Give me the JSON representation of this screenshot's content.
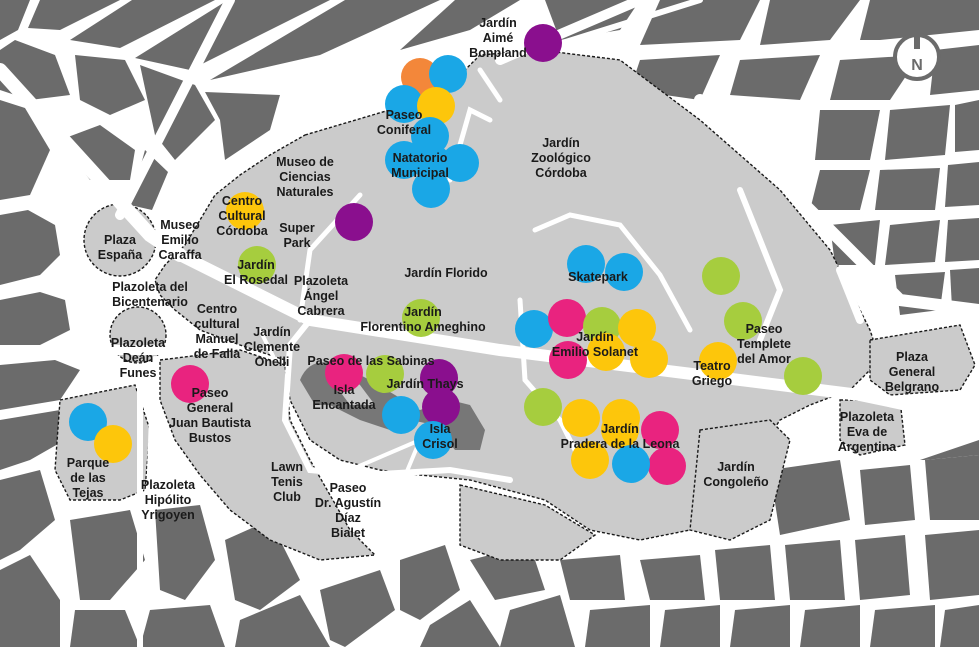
{
  "colors": {
    "block": "#6b6b6b",
    "park": "#cbcbcb",
    "street": "#ffffff",
    "boundary": "#1a1a1a",
    "lake": "#777777",
    "orange": "#f3873a",
    "blue": "#1aa7e6",
    "yellow": "#fdc60b",
    "green": "#a6cd3e",
    "magenta": "#e9237f",
    "purple": "#8a0f8e"
  },
  "compass": {
    "icon": "north-arrow-icon",
    "letter": "N"
  },
  "labels": [
    {
      "id": "jardin-aime-bonpland",
      "lines": [
        "Jardín",
        "Aimé",
        "Bonpland"
      ]
    },
    {
      "id": "paseo-coniferal",
      "lines": [
        "Paseo",
        "Coniferal"
      ]
    },
    {
      "id": "jardin-zoologico",
      "lines": [
        "Jardín",
        "Zoológico",
        "Córdoba"
      ]
    },
    {
      "id": "natatorio-municipal",
      "lines": [
        "Natatorio",
        "Municipal"
      ]
    },
    {
      "id": "museo-ciencias-naturales",
      "lines": [
        "Museo de",
        "Ciencias",
        "Naturales"
      ]
    },
    {
      "id": "centro-cultural-cordoba",
      "lines": [
        "Centro",
        "Cultural",
        "Córdoba"
      ]
    },
    {
      "id": "museo-emilio-caraffa",
      "lines": [
        "Museo",
        "Emilio",
        "Caraffa"
      ]
    },
    {
      "id": "super-park",
      "lines": [
        "Super",
        "Park"
      ]
    },
    {
      "id": "plaza-espana",
      "lines": [
        "Plaza",
        "España"
      ]
    },
    {
      "id": "jardin-el-rosedal",
      "lines": [
        "Jardín",
        "El Rosedal"
      ]
    },
    {
      "id": "plazoleta-angel-cabrera",
      "lines": [
        "Plazoleta",
        "Ángel",
        "Cabrera"
      ]
    },
    {
      "id": "jardin-florido",
      "lines": [
        "Jardín Florido"
      ]
    },
    {
      "id": "skatepark",
      "lines": [
        "Skatepark"
      ]
    },
    {
      "id": "plazoleta-bicentenario",
      "lines": [
        "Plazoleta del",
        "Bicentenario"
      ]
    },
    {
      "id": "centro-cultural-manuel-de-falla",
      "lines": [
        "Centro",
        "cultural",
        "Manuel",
        "de Falla"
      ]
    },
    {
      "id": "jardin-clemente-onelli",
      "lines": [
        "Jardín",
        "Clemente",
        "Onelli"
      ]
    },
    {
      "id": "jardin-florentino-ameghino",
      "lines": [
        "Jardín",
        "Florentino Ameghino"
      ]
    },
    {
      "id": "jardin-emilio-solanet",
      "lines": [
        "Jardín",
        "Emilio Solanet"
      ]
    },
    {
      "id": "paseo-templete-del-amor",
      "lines": [
        "Paseo",
        "Templete",
        "del Amor"
      ]
    },
    {
      "id": "plazoleta-dean-funes",
      "lines": [
        "Plazoleta",
        "Deán",
        "Funes"
      ]
    },
    {
      "id": "paseo-de-las-sabinas",
      "lines": [
        "Paseo de las Sabinas"
      ]
    },
    {
      "id": "teatro-griego",
      "lines": [
        "Teatro",
        "Griego"
      ]
    },
    {
      "id": "plaza-general-belgrano",
      "lines": [
        "Plaza",
        "General",
        "Belgrano"
      ]
    },
    {
      "id": "paseo-general-bustos",
      "lines": [
        "Paseo",
        "General",
        "Juan Bautista",
        "Bustos"
      ]
    },
    {
      "id": "isla-encantada",
      "lines": [
        "Isla",
        "Encantada"
      ]
    },
    {
      "id": "jardin-thays",
      "lines": [
        "Jardín Thays"
      ]
    },
    {
      "id": "isla-crisol",
      "lines": [
        "Isla",
        "Crisol"
      ]
    },
    {
      "id": "jardin-pradera-de-la-leona",
      "lines": [
        "Jardín",
        "Pradera de la Leona"
      ]
    },
    {
      "id": "plazoleta-eva-de-argentina",
      "lines": [
        "Plazoleta",
        "Eva de",
        "Argentina"
      ]
    },
    {
      "id": "parque-de-las-tejas",
      "lines": [
        "Parque",
        "de las",
        "Tejas"
      ]
    },
    {
      "id": "plazoleta-hipolito-yrigoyen",
      "lines": [
        "Plazoleta",
        "Hipólito",
        "Yrigoyen"
      ]
    },
    {
      "id": "lawn-tenis-club",
      "lines": [
        "Lawn",
        "Tenis",
        "Club"
      ]
    },
    {
      "id": "paseo-dr-agustin-diaz-bialet",
      "lines": [
        "Paseo",
        "Dr. Agustín",
        "Díaz",
        "Bialet"
      ]
    },
    {
      "id": "jardin-congoleno",
      "lines": [
        "Jardín",
        "Congoleño"
      ]
    }
  ],
  "markers": [
    {
      "color": "orange"
    },
    {
      "color": "blue"
    },
    {
      "color": "blue"
    },
    {
      "color": "yellow"
    },
    {
      "color": "purple"
    },
    {
      "color": "blue"
    },
    {
      "color": "blue"
    },
    {
      "color": "blue"
    },
    {
      "color": "blue"
    },
    {
      "color": "blue"
    },
    {
      "color": "yellow"
    },
    {
      "color": "purple"
    },
    {
      "color": "green"
    },
    {
      "color": "blue"
    },
    {
      "color": "blue"
    },
    {
      "color": "green"
    },
    {
      "color": "green"
    },
    {
      "color": "green"
    },
    {
      "color": "green"
    },
    {
      "color": "blue"
    },
    {
      "color": "magenta"
    },
    {
      "color": "green"
    },
    {
      "color": "magenta"
    },
    {
      "color": "yellow"
    },
    {
      "color": "yellow"
    },
    {
      "color": "yellow"
    },
    {
      "color": "yellow"
    },
    {
      "color": "yellow"
    },
    {
      "color": "magenta"
    },
    {
      "color": "green"
    },
    {
      "color": "purple"
    },
    {
      "color": "purple"
    },
    {
      "color": "blue"
    },
    {
      "color": "blue"
    },
    {
      "color": "green"
    },
    {
      "color": "yellow"
    },
    {
      "color": "yellow"
    },
    {
      "color": "yellow"
    },
    {
      "color": "magenta"
    },
    {
      "color": "magenta"
    },
    {
      "color": "blue"
    },
    {
      "color": "magenta"
    },
    {
      "color": "blue"
    },
    {
      "color": "yellow"
    }
  ]
}
